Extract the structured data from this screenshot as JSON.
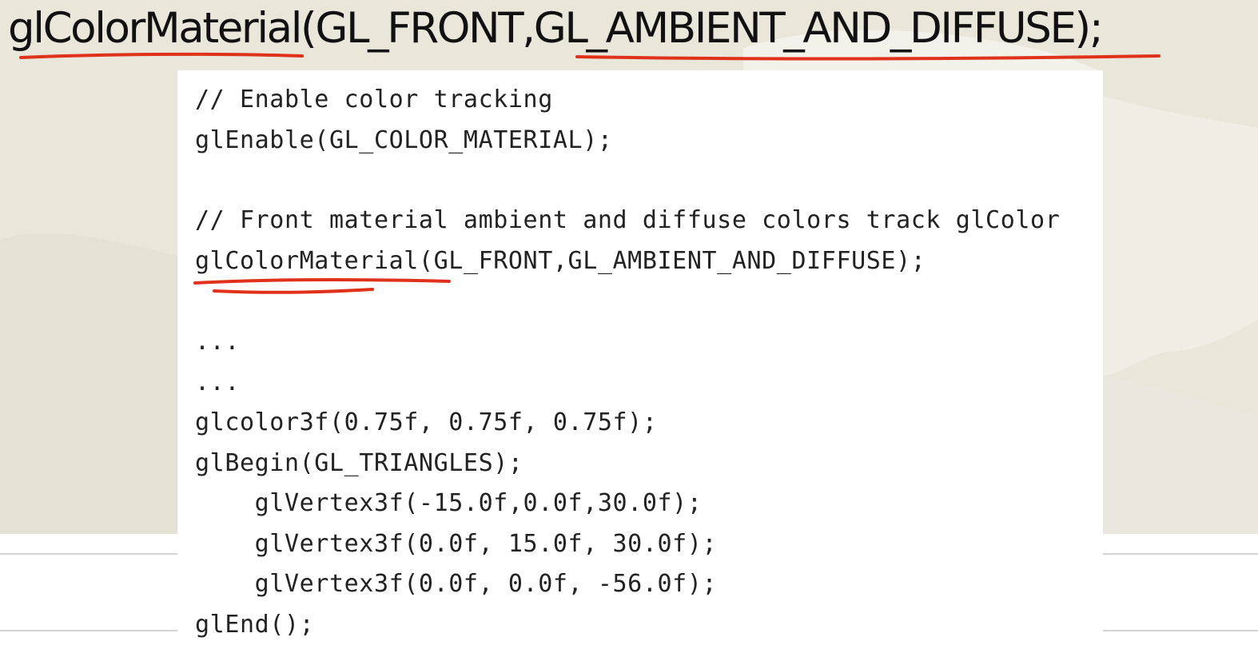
{
  "slide": {
    "title": "glColorMaterial(GL_FRONT,GL_AMBIENT_AND_DIFFUSE);"
  },
  "code": {
    "lines": [
      "// Enable color tracking",
      "glEnable(GL_COLOR_MATERIAL);",
      "",
      "// Front material ambient and diffuse colors track glColor",
      "glColorMaterial(GL_FRONT,GL_AMBIENT_AND_DIFFUSE);",
      "",
      "...",
      "...",
      "glcolor3f(0.75f, 0.75f, 0.75f);",
      "glBegin(GL_TRIANGLES);",
      "    glVertex3f(-15.0f,0.0f,30.0f);",
      "    glVertex3f(0.0f, 15.0f, 30.0f);",
      "    glVertex3f(0.0f, 0.0f, -56.0f);",
      "glEnd();"
    ]
  },
  "colors": {
    "background": "#e9e6da",
    "underline": "#e0311a",
    "code_text": "#222222",
    "title_text": "#111111"
  }
}
